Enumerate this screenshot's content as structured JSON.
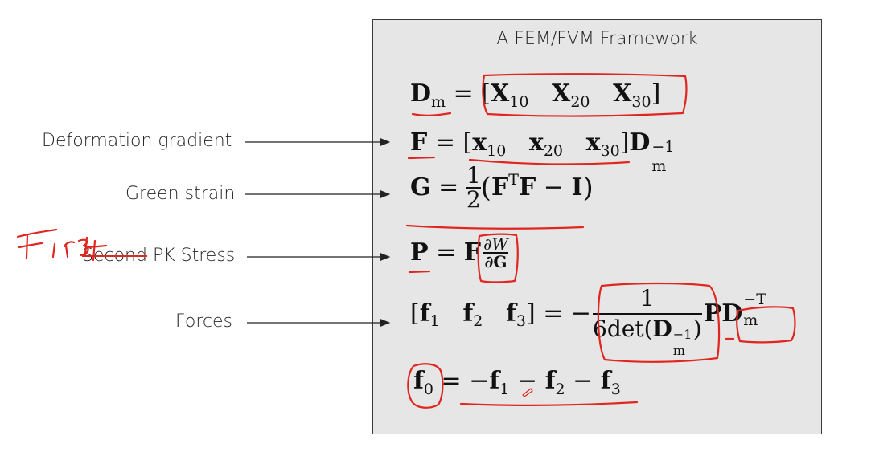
{
  "box_title": "A FEM/FVM Framework",
  "labels": {
    "deformation": "Deformation gradient",
    "green": "Green strain",
    "pk_prefix": "Second",
    "pk_rest": " PK Stress",
    "forces": "Forces"
  },
  "handwritten_note": "First",
  "eq1": {
    "lhs": "D",
    "lhs_sub": "m",
    "eq": " = [",
    "x1": "X",
    "s1": "10",
    "x2": "X",
    "s2": "20",
    "x3": "X",
    "s3": "30",
    "close": "]"
  },
  "eq2": {
    "lhs": "F",
    "eq": " = [",
    "x1": "x",
    "s1": "10",
    "x2": "x",
    "s2": "20",
    "x3": "x",
    "s3": "30",
    "close": "]",
    "d": "D",
    "d_sub": "m",
    "d_sup": "−1"
  },
  "eq3": {
    "lhs": "G",
    "eq": " = ",
    "num": "1",
    "den": "2",
    "open": "(",
    "f": "F",
    "sup": "T",
    "f2": "F",
    "minus": " − ",
    "i": "I",
    "close": ")"
  },
  "eq4": {
    "lhs": "P",
    "eq": " = ",
    "f": "F",
    "num": "∂W",
    "den": "∂G"
  },
  "eq5": {
    "open": "[",
    "f1": "f",
    "s1": "1",
    "f2": "f",
    "s2": "2",
    "f3": "f",
    "s3": "3",
    "close": "]",
    "eq": " = −",
    "num": "1",
    "den_pre": "6det(",
    "den_d": "D",
    "den_sub": "m",
    "den_sup": "−1",
    "den_post": ")",
    "p": "P",
    "d": "D",
    "d_sub": "m",
    "d_sup": "−T"
  },
  "eq6": {
    "f0": "f",
    "s0": "0",
    "eq": " = −",
    "f1": "f",
    "s1": "1",
    "m1": " − ",
    "f2": "f",
    "s2": "2",
    "m2": " − ",
    "f3": "f",
    "s3": "3"
  },
  "colors": {
    "annotation": "#e0261f",
    "box_bg": "#e6e6e6",
    "arrow": "#222222"
  }
}
